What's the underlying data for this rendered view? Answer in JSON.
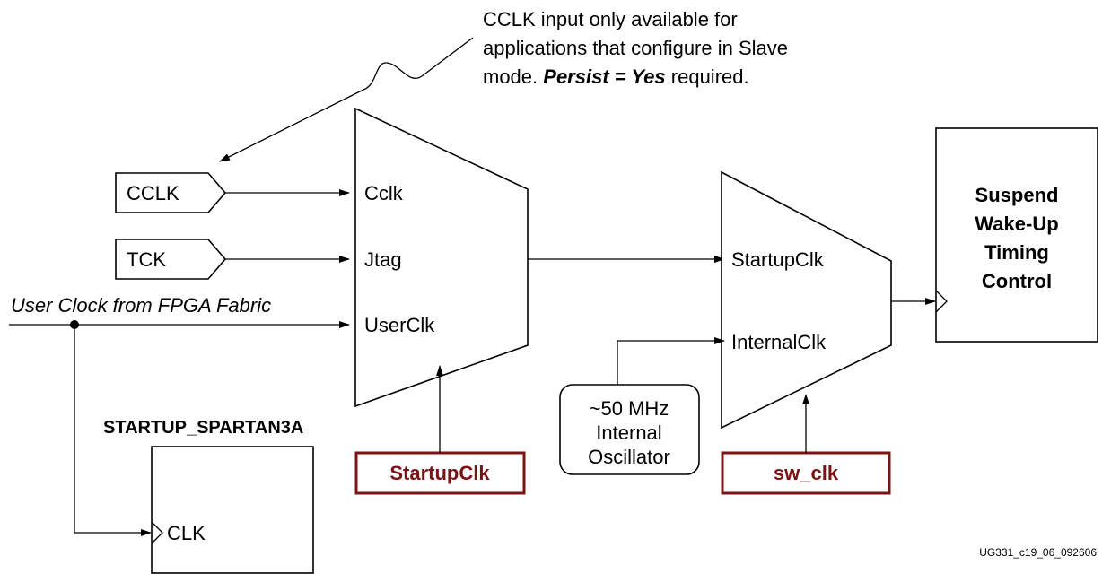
{
  "note": {
    "line1": "CCLK input only available for",
    "line2": "applications that configure in Slave",
    "line3_prefix": "mode. ",
    "line3_emph": "Persist = Yes",
    "line3_suffix": " required."
  },
  "inputs": {
    "cclk": "CCLK",
    "tck": "TCK",
    "user_clock": "User Clock from FPGA Fabric"
  },
  "mux1": {
    "ports": [
      "Cclk",
      "Jtag",
      "UserClk"
    ],
    "select": "StartupClk"
  },
  "mux2": {
    "ports": [
      "StartupClk",
      "InternalClk"
    ],
    "select": "sw_clk"
  },
  "oscillator": [
    "~50 MHz",
    "Internal",
    "Oscillator"
  ],
  "suspend": [
    "Suspend",
    "Wake-Up",
    "Timing",
    "Control"
  ],
  "startup_block": {
    "title": "STARTUP_SPARTAN3A",
    "port": "CLK"
  },
  "figure_id": "UG331_c19_06_092606",
  "colors": {
    "select_box": "#7a1414",
    "line": "#000000"
  }
}
